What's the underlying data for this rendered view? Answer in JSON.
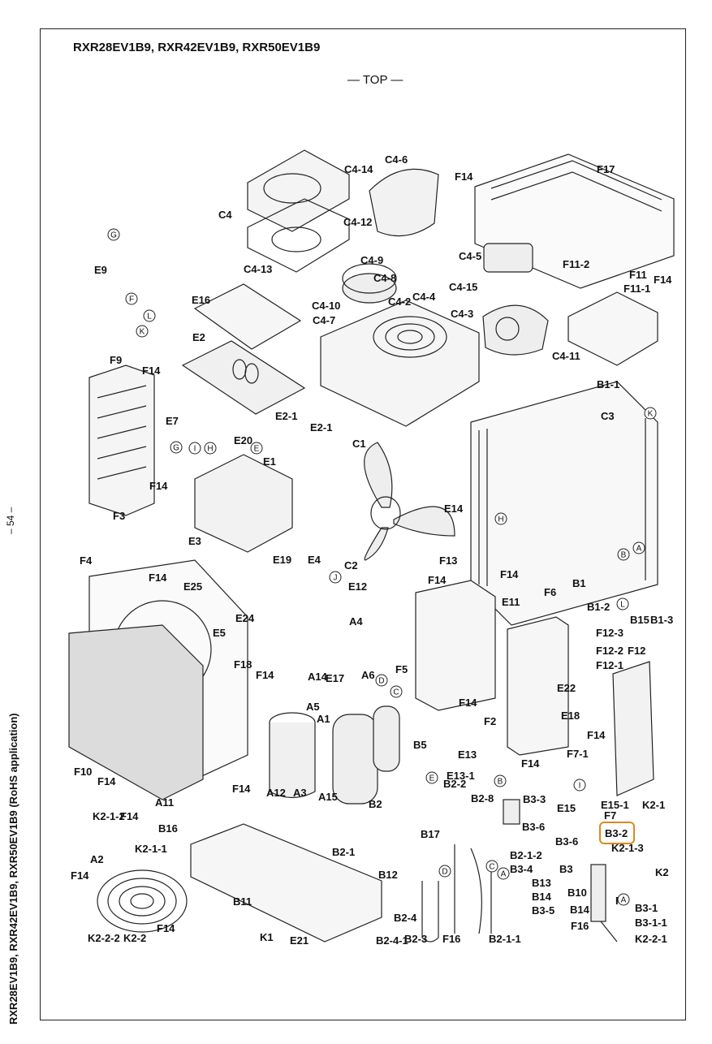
{
  "title": "RXR28EV1B9, RXR42EV1B9, RXR50EV1B9",
  "view_label": "— TOP —",
  "side_title": "RXR28EV1B9, RXR42EV1B9, RXR50EV1B9 (RoHS application)",
  "page_number": "– 54 –",
  "highlight_label": "B3-2",
  "part_labels": [
    "C4-14",
    "C4-6",
    "F14",
    "F17",
    "C4",
    "C4-12",
    "C4-5",
    "C4-13",
    "C4-9",
    "C4-8",
    "F11-2",
    "F11",
    "F14",
    "F11-1",
    "C4-15",
    "C4-4",
    "C4-2",
    "C4-3",
    "C4-10",
    "C4-7",
    "C4-11",
    "E16",
    "E9",
    "E2",
    "F9",
    "F14",
    "B1-1",
    "C3",
    "E7",
    "E2-1",
    "E20",
    "E2-1",
    "C1",
    "E1",
    "F14",
    "F3",
    "E14",
    "E3",
    "E4",
    "C2",
    "E19",
    "F13",
    "F14",
    "F4",
    "F14",
    "E25",
    "F14",
    "B1",
    "F6",
    "B1-2",
    "B15",
    "B1-3",
    "E24",
    "E5",
    "E12",
    "A4",
    "E11",
    "F5",
    "F12-3",
    "F12-2",
    "F12",
    "F12-1",
    "F18",
    "E17",
    "A6",
    "A14",
    "F14",
    "A5",
    "A1",
    "E22",
    "F14",
    "E18",
    "F14",
    "F2",
    "B5",
    "F14",
    "F10",
    "F14",
    "F7-1",
    "F14",
    "A11",
    "A12",
    "A3",
    "A15",
    "B2",
    "E13",
    "E13-1",
    "B2-2",
    "B2-8",
    "B3-3",
    "E15",
    "E15-1",
    "F7",
    "K2-1",
    "K2-1-2",
    "F14",
    "B16",
    "B17",
    "B3-6",
    "B3-6",
    "K2-1-3",
    "K2-1-1",
    "A2",
    "B2-1",
    "B2-1-2",
    "B3-4",
    "B3",
    "K2",
    "F14",
    "B12",
    "B13",
    "B14",
    "B3-5",
    "B10",
    "F1",
    "B11",
    "B3-1",
    "B14",
    "B3-1-1",
    "F16",
    "K2-2-1",
    "K2-2-2",
    "K2-2",
    "F14",
    "K1",
    "E21",
    "B2-4-1",
    "B2-4",
    "B2-3",
    "F16",
    "B2-1-1"
  ],
  "callouts": [
    "G",
    "F",
    "L",
    "K",
    "G",
    "I",
    "H",
    "E",
    "K",
    "H",
    "A",
    "B",
    "L",
    "J",
    "D",
    "C",
    "D",
    "B",
    "E",
    "I",
    "A",
    "C",
    "A"
  ]
}
